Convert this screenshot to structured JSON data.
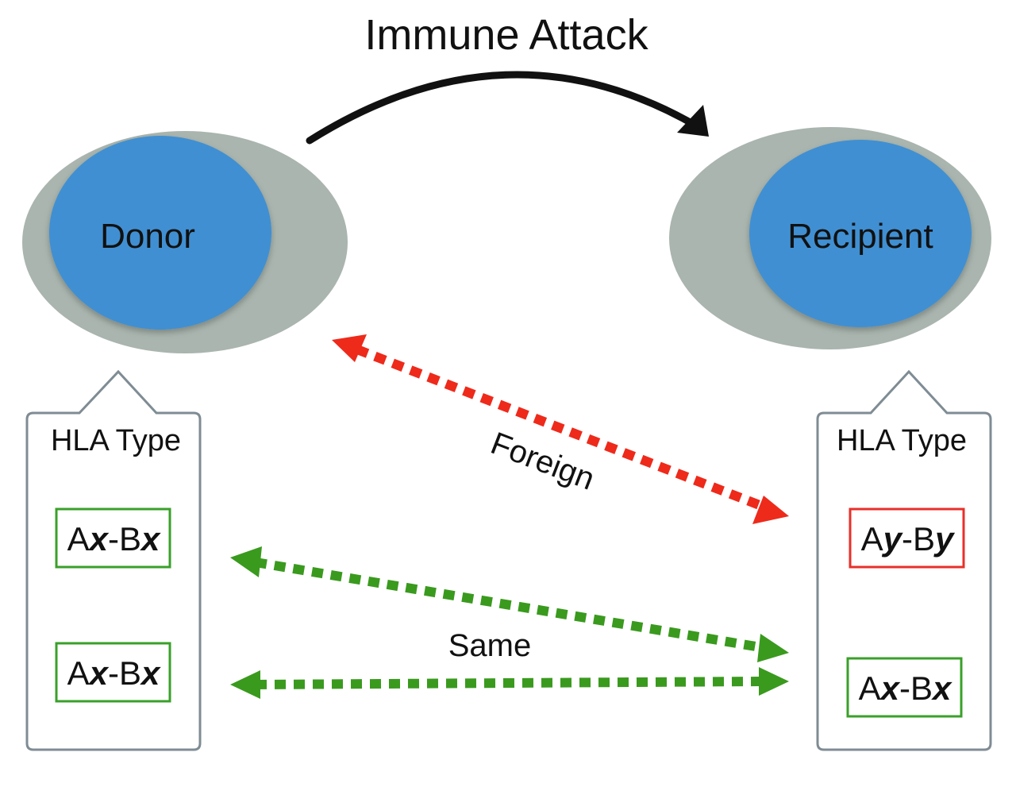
{
  "title": "Immune Attack",
  "cells": {
    "donor": {
      "label": "Donor"
    },
    "recipient": {
      "label": "Recipient"
    }
  },
  "donor_hla": {
    "title": "HLA Type",
    "alleles": [
      {
        "a": "A",
        "a_sub": "x",
        "sep": "-",
        "b": "B",
        "b_sub": "x",
        "status": "match"
      },
      {
        "a": "A",
        "a_sub": "x",
        "sep": "-",
        "b": "B",
        "b_sub": "x",
        "status": "match"
      }
    ]
  },
  "recipient_hla": {
    "title": "HLA Type",
    "alleles": [
      {
        "a": "A",
        "a_sub": "y",
        "sep": "-",
        "b": "B",
        "b_sub": "y",
        "status": "mismatch"
      },
      {
        "a": "A",
        "a_sub": "x",
        "sep": "-",
        "b": "B",
        "b_sub": "x",
        "status": "match"
      }
    ]
  },
  "relations": {
    "foreign": {
      "label": "Foreign",
      "color": "#ee2a1b"
    },
    "same": {
      "label": "Same",
      "color": "#3a9a1e"
    }
  },
  "colors": {
    "cell_outer": "#a9b5ae",
    "cell_inner": "#3f8fd2",
    "callout_border": "#7f8c94",
    "match_border": "#3aa02a",
    "mismatch_border": "#e8302a",
    "arrow_black": "#111111"
  }
}
